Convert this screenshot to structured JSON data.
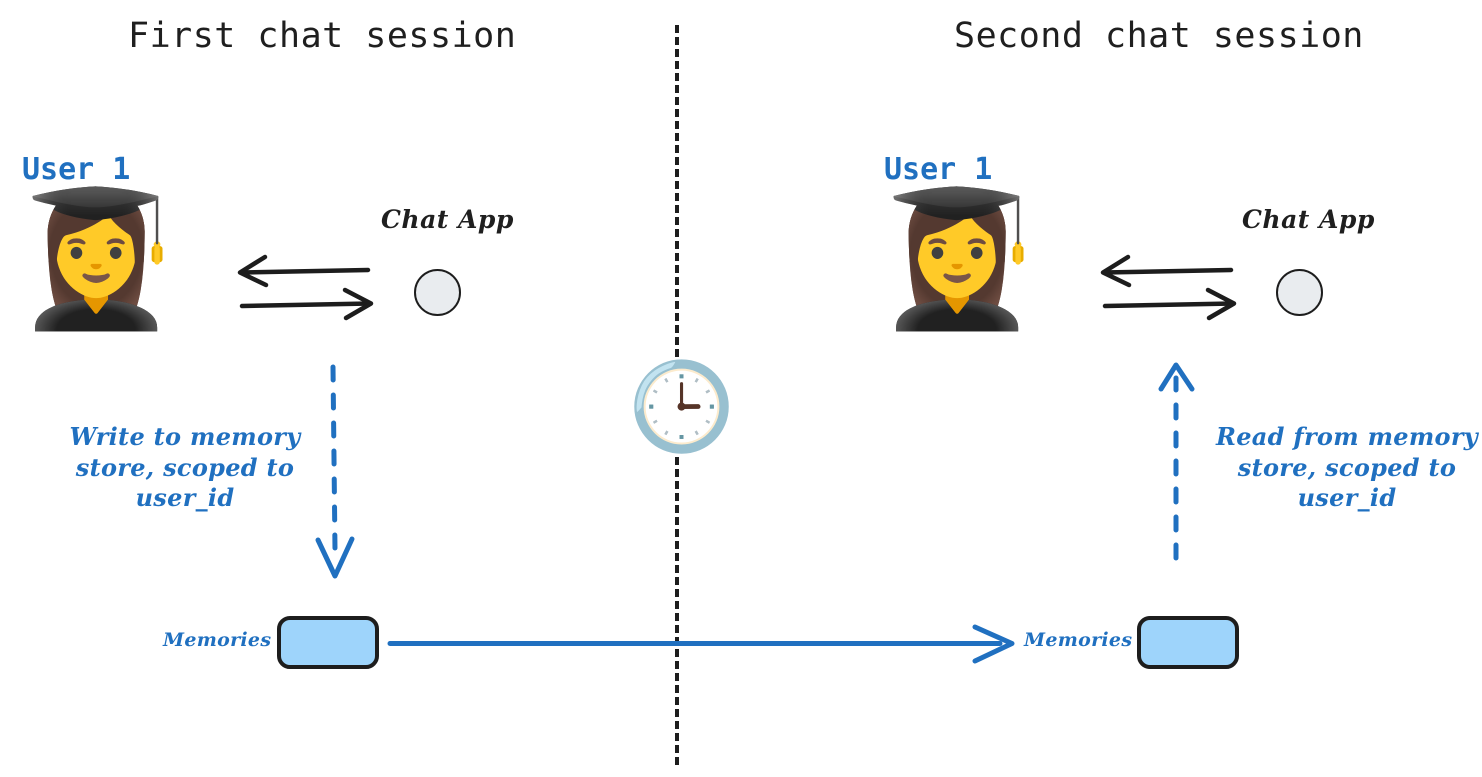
{
  "diagram": {
    "title_left": "First chat session",
    "title_right": "Second chat session",
    "colors": {
      "accent_blue": "#2070c0",
      "memory_fill": "#9ed4fb",
      "stroke_dark": "#1d1d1d",
      "app_circle_fill": "#e9ecef",
      "background": "#ffffff"
    }
  },
  "left_session": {
    "title": "First chat session",
    "user_label": "User 1",
    "user_avatar_icon": "woman-teacher-emoji",
    "app_label": "Chat App",
    "app_icon": "chat-app-circle-icon",
    "exchange_icon": "bidirectional-arrows-icon",
    "flow_note": "Write to memory store, scoped to user_id",
    "flow_arrow_icon": "dashed-arrow-down-icon",
    "memory_label": "Memories",
    "memory_store_icon": "memory-store-box"
  },
  "right_session": {
    "title": "Second chat session",
    "user_label": "User 1",
    "user_avatar_icon": "woman-teacher-emoji",
    "app_label": "Chat App",
    "app_icon": "chat-app-circle-icon",
    "exchange_icon": "bidirectional-arrows-icon",
    "flow_note": "Read from memory store, scoped to user_id",
    "flow_arrow_icon": "dashed-arrow-up-icon",
    "memory_label": "Memories",
    "memory_store_icon": "memory-store-box"
  },
  "center": {
    "time_passage_icon": "clock-emoji",
    "clock_glyph": "🕒",
    "divider_icon": "vertical-dashed-divider"
  },
  "persistence_arrow": {
    "icon": "memory-persistence-arrow",
    "from": "Memories",
    "to": "Memories"
  }
}
